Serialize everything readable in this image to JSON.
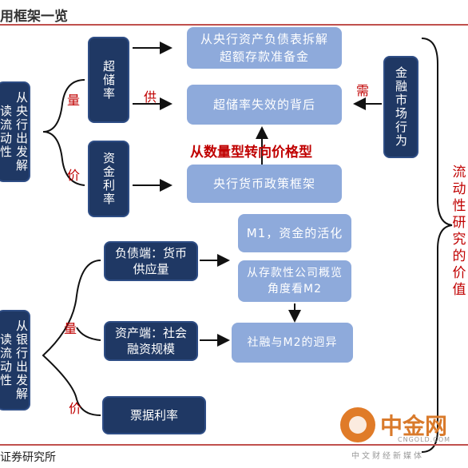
{
  "title": "用框架一览",
  "labels": {
    "central_bank_perspective": "从央行出发解读流动性",
    "bank_perspective": "从银行出发解读流动性",
    "quantity": "量",
    "price": "价",
    "quantity2": "量",
    "price2": "价",
    "supply": "供",
    "demand": "需",
    "transition": "从数量型转向价格型"
  },
  "nodes": {
    "excess_reserve": "超储率",
    "fund_rate": "资金利率",
    "balance_sheet": "从央行资产负债表拆解超额存款准备金",
    "excess_reserve_failure": "超储率失效的背后",
    "policy_framework": "央行货币政策框架",
    "financial_market": "金融市场行为",
    "liability_side": "负债端：货币供应量",
    "asset_side": "资产端：社会融资规模",
    "bill_rate": "票据利率",
    "m1": "M1，资金的活化",
    "deposit_survey": "从存款性公司概览角度看M2",
    "tsf_m2": "社融与M2的迥异"
  },
  "right_label": "流动性研究的价值",
  "source": "证券研究所",
  "watermark": {
    "name": "中金网",
    "domain": "CNGOLD.COM",
    "tagline": "中文财经新媒体"
  }
}
